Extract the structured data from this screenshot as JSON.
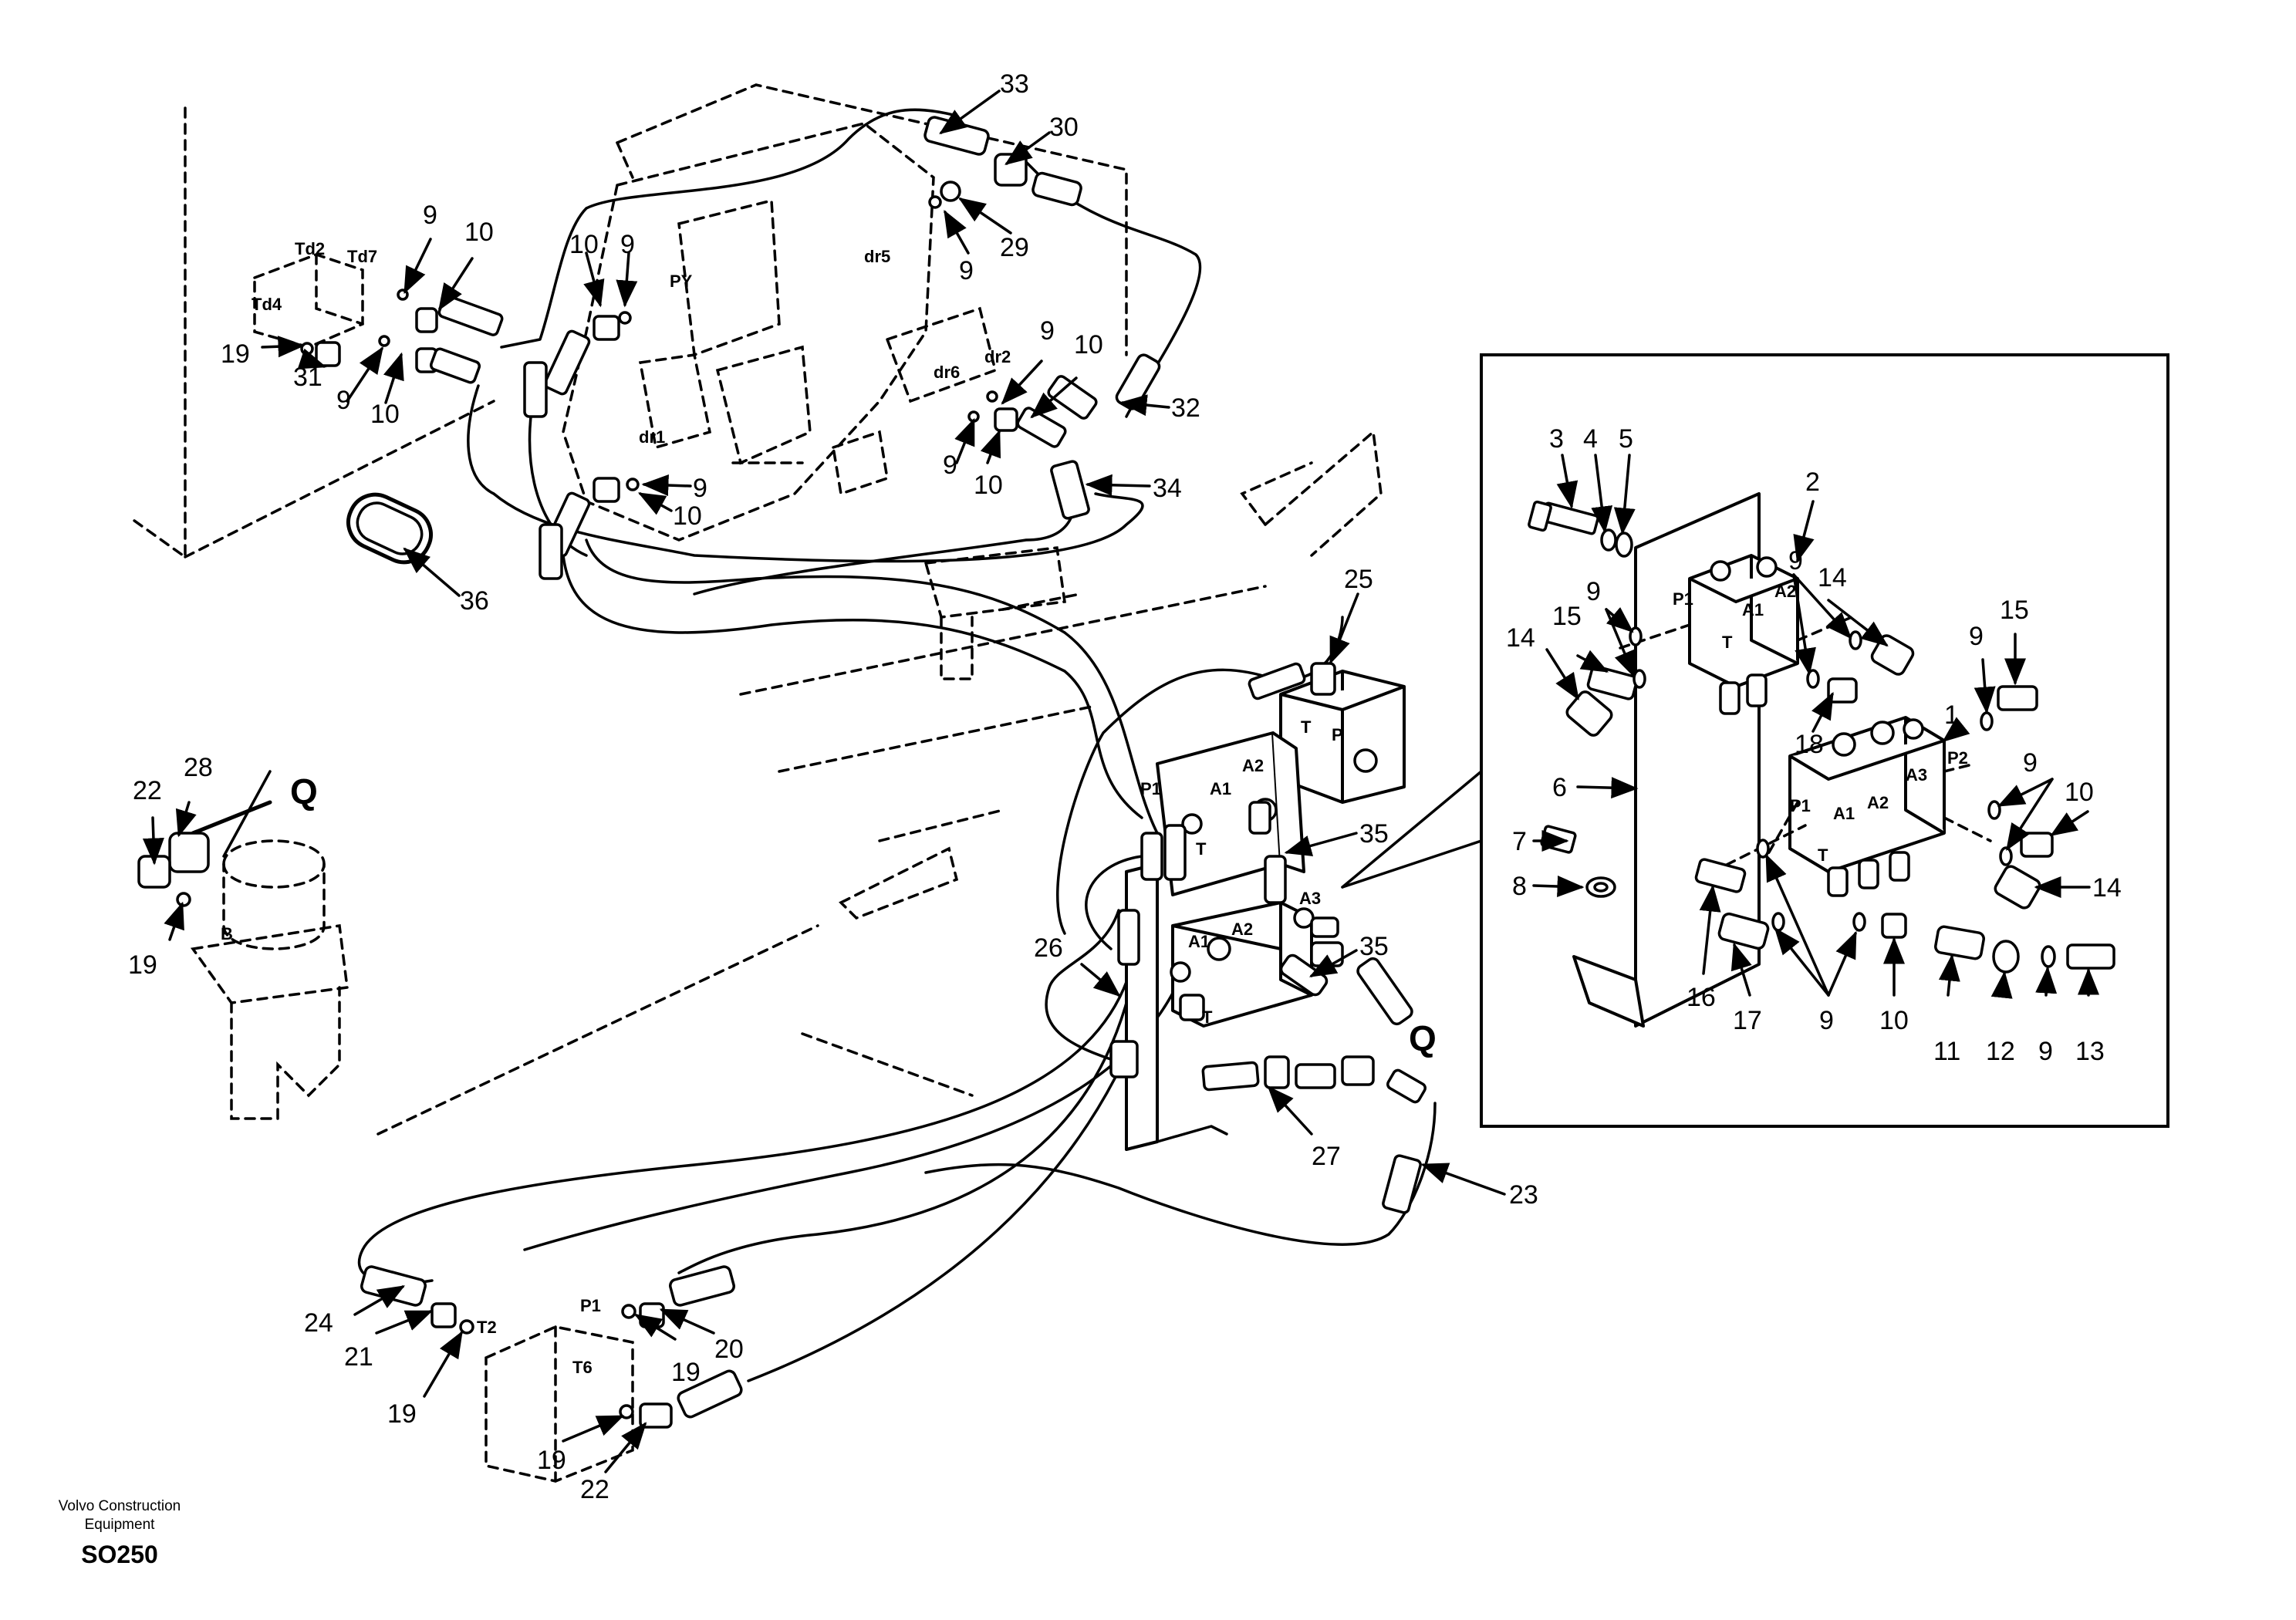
{
  "diagram": {
    "part_labels": [
      "1",
      "2",
      "3",
      "4",
      "5",
      "6",
      "7",
      "8",
      "9",
      "10",
      "11",
      "12",
      "13",
      "14",
      "15",
      "16",
      "17",
      "18",
      "19",
      "20",
      "21",
      "22",
      "23",
      "24",
      "25",
      "26",
      "27",
      "28",
      "29",
      "30",
      "31",
      "32",
      "33",
      "34",
      "35",
      "36"
    ],
    "port_labels": {
      "td2": "Td2",
      "td7": "Td7",
      "td4": "Td4",
      "py": "PY",
      "dr1": "dr1",
      "dr2": "dr2",
      "dr5": "dr5",
      "dr6": "dr6",
      "p1": "P1",
      "p2": "P2",
      "a1": "A1",
      "a2": "A2",
      "a3": "A3",
      "t": "T",
      "p": "P",
      "t2": "T2",
      "t6": "T6",
      "b": "B"
    },
    "view_marker": "Q"
  },
  "footer": {
    "company_line1": "Volvo Construction",
    "company_line2": "Equipment",
    "code": "SO250"
  }
}
